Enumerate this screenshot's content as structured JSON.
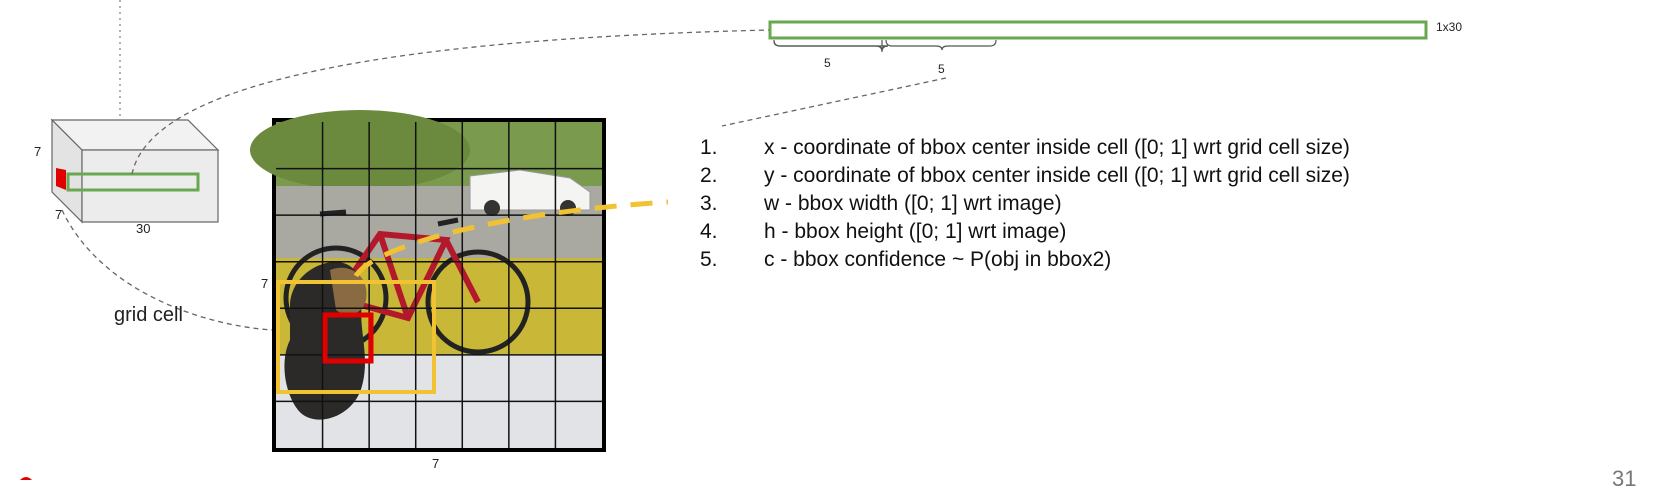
{
  "cube": {
    "dims": {
      "height": "7",
      "depth": "7",
      "width": "30"
    }
  },
  "vector": {
    "size_label": "1x30",
    "segments": [
      {
        "label": "5"
      },
      {
        "label": "5"
      }
    ]
  },
  "grid": {
    "rows": 7,
    "cols": 7,
    "side_label": "7",
    "bottom_label": "7",
    "cell_label": "grid cell"
  },
  "legend": {
    "items": [
      {
        "num": "1.",
        "text": "x - coordinate of bbox center inside cell ([0; 1] wrt grid cell size)"
      },
      {
        "num": "2.",
        "text": "y - coordinate of bbox center inside cell ([0; 1] wrt grid cell size)"
      },
      {
        "num": "3.",
        "text": "w - bbox width ([0; 1] wrt image)"
      },
      {
        "num": "4.",
        "text": "h - bbox height ([0; 1] wrt image)"
      },
      {
        "num": "5.",
        "text": "c - bbox confidence ~ P(obj in bbox2)"
      }
    ]
  },
  "page": {
    "number": "31"
  },
  "colors": {
    "vector_green": "#6aa84f",
    "box_yellow": "#f1c232",
    "cell_red": "#e00000",
    "dash_grey": "#666666"
  }
}
